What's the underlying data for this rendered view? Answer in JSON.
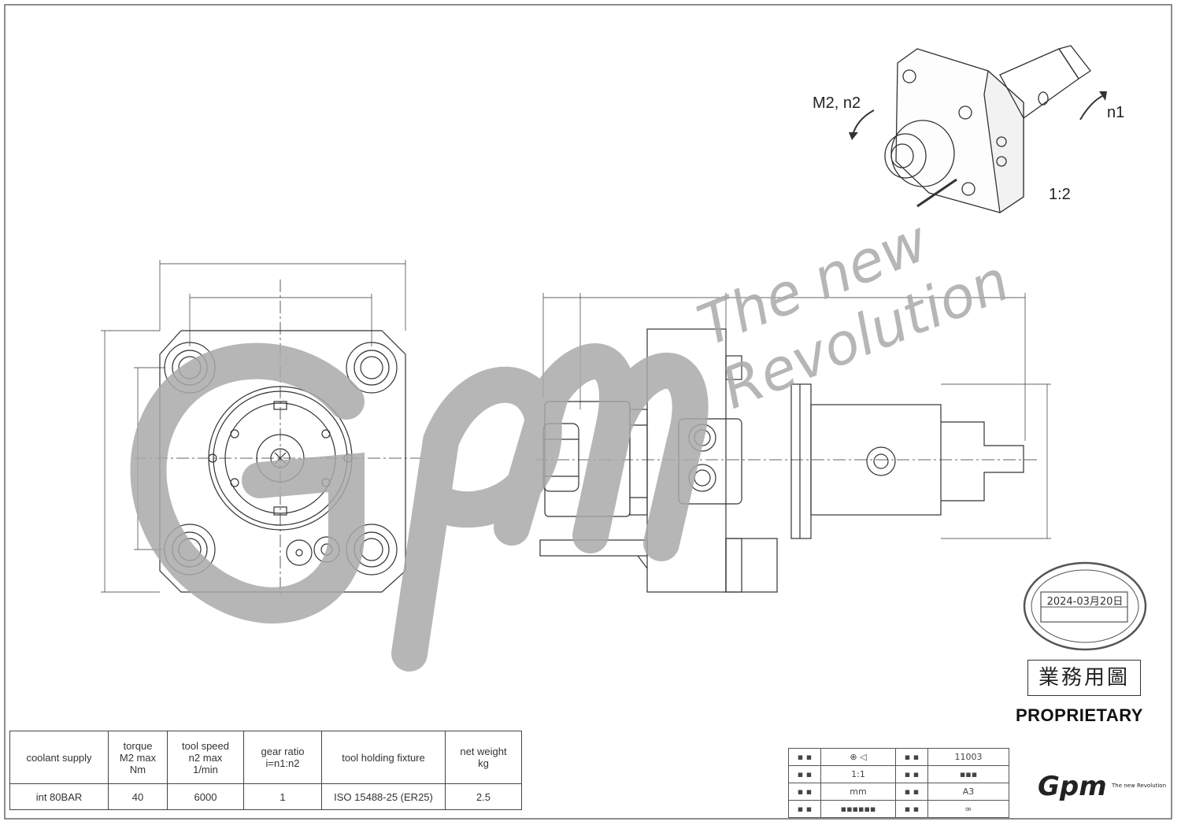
{
  "iso_view": {
    "label_left": "M2, n2",
    "label_right": "n1",
    "scale": "1:2"
  },
  "watermark": {
    "logo_text": "Gpm",
    "line1": "The new",
    "line2": "Revolution"
  },
  "specs": {
    "headers": [
      [
        "coolant supply"
      ],
      [
        "torque",
        "M2 max",
        "Nm"
      ],
      [
        "tool speed",
        "n2 max",
        "1/min"
      ],
      [
        "gear ratio",
        "i=n1:n2"
      ],
      [
        "tool holding fixture"
      ],
      [
        "net weight",
        "kg"
      ]
    ],
    "values": [
      "int 80BAR",
      "40",
      "6000",
      "1",
      "ISO 15488-25 (ER25)",
      "2.5"
    ]
  },
  "stamp": {
    "date": "2024-03月20日",
    "box_text": "業務用圖"
  },
  "proprietary": "PROPRIETARY",
  "title_block": {
    "scale": "1:1",
    "unit": "mm",
    "drawing_no": "11003",
    "paper": "A3",
    "infinity": "∞",
    "logo_text": "Gpm",
    "logo_sub": "The new Revolution"
  },
  "colors": {
    "line": "#333333",
    "watermark": "#a9a9a9",
    "background": "#ffffff"
  }
}
